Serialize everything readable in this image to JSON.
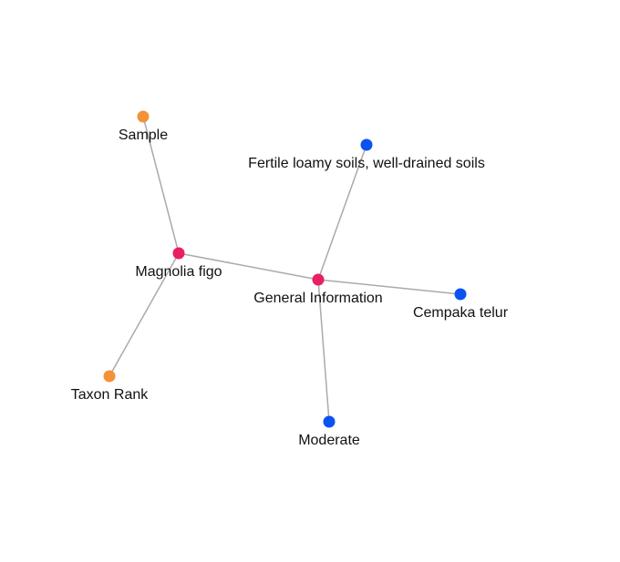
{
  "colors": {
    "hub": "#e91e63",
    "orange": "#f39237",
    "blue": "#0b53f0",
    "edge": "#aaaaaa"
  },
  "nodes": [
    {
      "id": "general",
      "name": "general-information-node",
      "label": "General Information",
      "color_key": "hub"
    },
    {
      "id": "magnolia",
      "name": "magnolia-figo-node",
      "label": "Magnolia figo",
      "color_key": "hub"
    },
    {
      "id": "sample",
      "name": "sample-node",
      "label": "Sample",
      "color_key": "orange"
    },
    {
      "id": "taxon",
      "name": "taxon-rank-node",
      "label": "Taxon Rank",
      "color_key": "orange"
    },
    {
      "id": "soils",
      "name": "soils-node",
      "label": "Fertile loamy soils, well-drained soils",
      "color_key": "blue"
    },
    {
      "id": "cempaka",
      "name": "cempaka-telur-node",
      "label": "Cempaka telur",
      "color_key": "blue"
    },
    {
      "id": "moderate",
      "name": "moderate-node",
      "label": "Moderate",
      "color_key": "blue"
    }
  ],
  "edges": [
    [
      "general",
      "magnolia"
    ],
    [
      "general",
      "soils"
    ],
    [
      "general",
      "cempaka"
    ],
    [
      "general",
      "moderate"
    ],
    [
      "magnolia",
      "sample"
    ],
    [
      "magnolia",
      "taxon"
    ]
  ]
}
